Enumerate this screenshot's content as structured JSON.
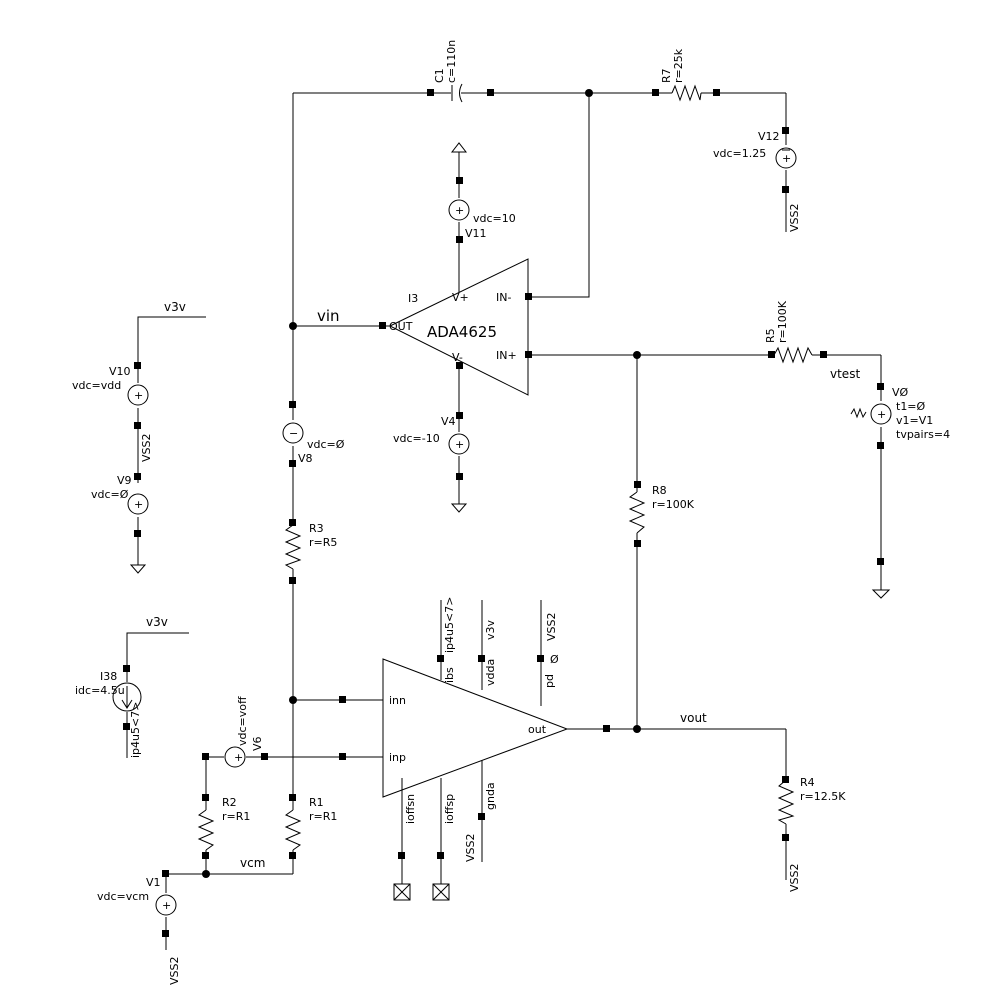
{
  "opamp": {
    "inst": "I3",
    "model": "ADA4625",
    "out": "OUT",
    "vp": "V+",
    "vm": "V-",
    "inm": "IN-",
    "inp": "IN+"
  },
  "amp": {
    "inn": "inn",
    "inp": "inp",
    "out": "out",
    "ibs": "ibs",
    "ibs_net": "ip4u5<7>",
    "vdda": "vdda",
    "vdda_net": "v3v",
    "pd": "pd",
    "pd_net": "VSS2",
    "pd_val": "Ø",
    "ioffsn": "ioffsn",
    "ioffsp": "ioffsp",
    "gnda": "gnda",
    "gnda_net": "VSS2"
  },
  "nets": {
    "vin": "vin",
    "vout": "vout",
    "vtest": "vtest",
    "vcm": "vcm",
    "v3v": "v3v",
    "vss2": "VSS2"
  },
  "components": {
    "C1": {
      "name": "C1",
      "value": "c=110n"
    },
    "R7": {
      "name": "R7",
      "value": "r=25k"
    },
    "R5": {
      "name": "R5",
      "value": "r=100K"
    },
    "R8": {
      "name": "R8",
      "value": "r=100K"
    },
    "R3": {
      "name": "R3",
      "value": "r=R5"
    },
    "R1": {
      "name": "R1",
      "value": "r=R1"
    },
    "R2": {
      "name": "R2",
      "value": "r=R1"
    },
    "R4": {
      "name": "R4",
      "value": "r=12.5K"
    },
    "V12": {
      "name": "V12",
      "value": "vdc=1.25"
    },
    "V11": {
      "name": "V11",
      "value": "vdc=10"
    },
    "V4": {
      "name": "V4",
      "value": "vdc=-10"
    },
    "V8": {
      "name": "V8",
      "value": "vdc=Ø"
    },
    "V10": {
      "name": "V10",
      "value": "vdc=vdd"
    },
    "V9": {
      "name": "V9",
      "value": "vdc=Ø"
    },
    "V6": {
      "name": "V6",
      "value": "vdc=voff"
    },
    "V1": {
      "name": "V1",
      "value": "vdc=vcm"
    },
    "V0": {
      "name": "VØ",
      "p1": "t1=Ø",
      "p2": "v1=V1",
      "p3": "tvpairs=4"
    },
    "I38": {
      "name": "I38",
      "value": "idc=4.5u",
      "net": "ip4u5<7>"
    }
  },
  "colors": {
    "wire": "#000000",
    "background": "#ffffff"
  }
}
